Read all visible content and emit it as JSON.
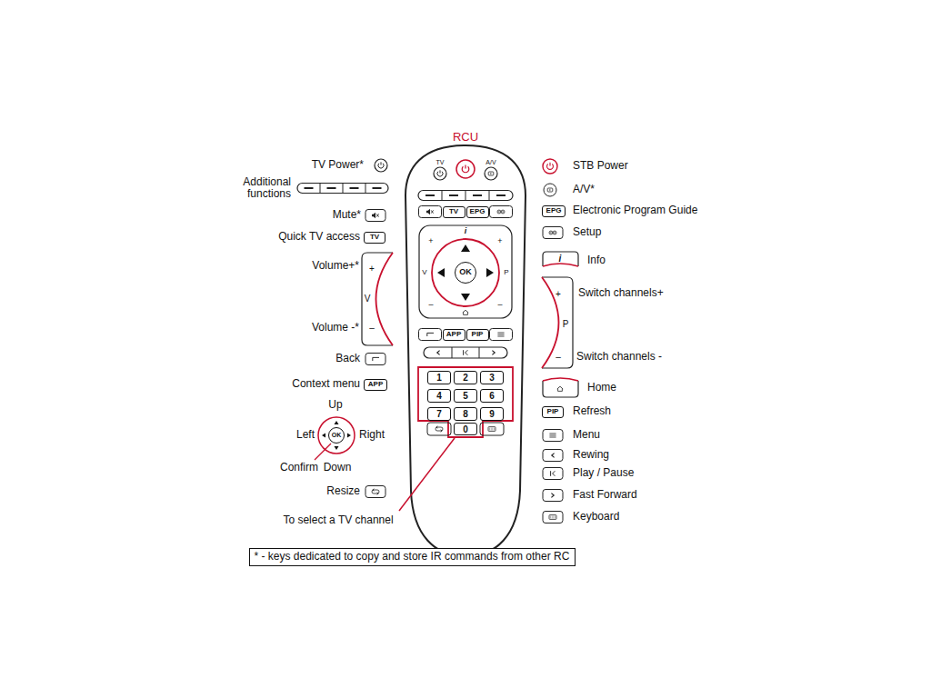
{
  "diagram": {
    "title": "RCU",
    "nodes": [
      {
        "text": [
          "TV"
        ]
      },
      {
        "text": [
          "EPG"
        ]
      },
      {
        "text": [
          "OK"
        ]
      },
      {
        "text": [
          "APP"
        ]
      },
      {
        "text": [
          "PIP"
        ]
      },
      {
        "text": [
          "1"
        ]
      },
      {
        "text": [
          "2"
        ]
      },
      {
        "text": [
          "3"
        ]
      },
      {
        "text": [
          "4"
        ]
      },
      {
        "text": [
          "5"
        ]
      },
      {
        "text": [
          "6"
        ]
      },
      {
        "text": [
          "7"
        ]
      },
      {
        "text": [
          "8"
        ]
      },
      {
        "text": [
          "9"
        ]
      },
      {
        "text": [
          "0"
        ]
      },
      {
        "text": [
          "TV"
        ]
      },
      {
        "text": [
          "EPG"
        ]
      },
      {
        "text": [
          "APP"
        ]
      },
      {
        "text": [
          "OK"
        ]
      },
      {
        "text": [
          "PIP"
        ]
      },
      {
        "text": [
          "* - keys dedicated to copy and store IR commands from other RC"
        ]
      }
    ],
    "labels": [
      "TV",
      "A/V",
      "i",
      "+",
      "+",
      "V",
      "P",
      "–",
      "–",
      "TV Power*",
      "Additional functions",
      "Mute*",
      "Quick TV access",
      "Volume+*",
      "+",
      "V",
      "–",
      "Volume -*",
      "Back",
      "Context menu",
      "Up",
      "Left",
      "Right",
      "Confirm",
      "Down",
      "Resize",
      "To select a TV channel",
      "STB Power",
      "A/V*",
      "Electronic Program Guide",
      "Setup",
      "i",
      "Info",
      "+",
      "Switch channels+",
      "P",
      "–",
      "Switch channels -",
      "Home",
      "Refresh",
      "Menu",
      "Rewing",
      "Play / Pause",
      "Fast Forward",
      "Keyboard"
    ]
  }
}
